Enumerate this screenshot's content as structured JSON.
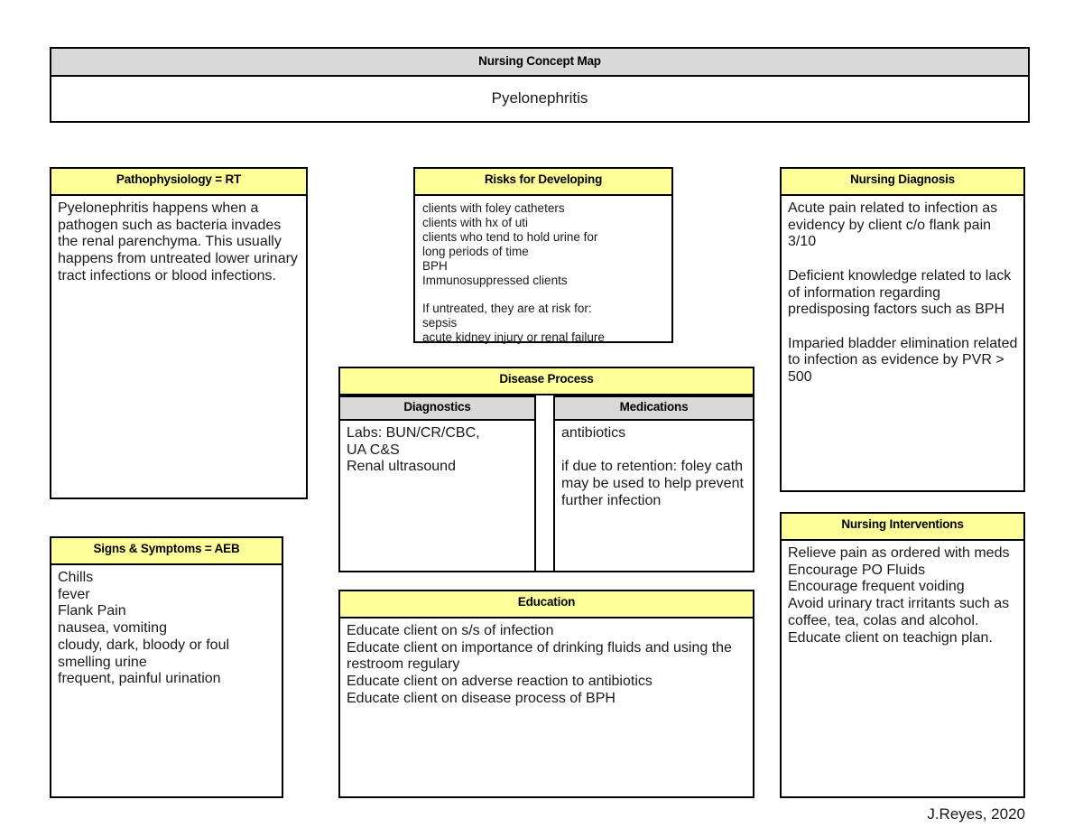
{
  "document": {
    "header_label": "Nursing Concept Map",
    "subject": "Pyelonephritis",
    "credit": "J.Reyes, 2020"
  },
  "colors": {
    "header_yellow": "#FFFF99",
    "header_gray": "#D9D9D9",
    "border": "#000000",
    "page_background": "#FFFFFF"
  },
  "boxes": {
    "pathophysiology": {
      "title": "Pathophysiology = RT",
      "body": "Pyelonephritis happens when a pathogen such as bacteria invades the renal parenchyma. This usually happens from untreated lower urinary tract infections or blood infections."
    },
    "risks": {
      "title": "Risks for Developing",
      "body": "clients with foley catheters\nclients with hx of uti\nclients who tend to hold urine for\nlong periods of time\nBPH\nImmunosuppressed clients\n\nIf untreated, they are at risk for:\nsepsis\nacute kidney injury or renal failure"
    },
    "nursing_diagnosis": {
      "title": "Nursing Diagnosis",
      "body": "Acute pain related to infection as evidency by client c/o flank pain 3/10\n\nDeficient knowledge related to lack of information regarding predisposing factors such as BPH\n\nImparied bladder elimination related to infection as evidence by PVR > 500"
    },
    "disease_process": {
      "title": "Disease Process",
      "diagnostics": {
        "title": "Diagnostics",
        "body": "Labs: BUN/CR/CBC,\nUA C&S\nRenal ultrasound"
      },
      "medications": {
        "title": "Medications",
        "body": "antibiotics\n\nif due to retention: foley cath may be used to help prevent further infection"
      }
    },
    "signs_symptoms": {
      "title": "Signs & Symptoms = AEB",
      "body": "Chills\nfever\nFlank Pain\nnausea, vomiting\ncloudy, dark, bloody or foul smelling urine\nfrequent, painful urination"
    },
    "nursing_interventions": {
      "title": "Nursing Interventions",
      "body": "Relieve pain as ordered with meds\nEncourage PO Fluids\nEncourage frequent voiding\nAvoid urinary tract irritants such as coffee, tea, colas and alcohol.\nEducate client on teachign plan."
    },
    "education": {
      "title": "Education",
      "body": "Educate client on s/s of infection\nEducate client on importance of drinking fluids and using the restroom regulary\nEducate client on adverse reaction to antibiotics\nEducate client on disease process of BPH"
    }
  }
}
